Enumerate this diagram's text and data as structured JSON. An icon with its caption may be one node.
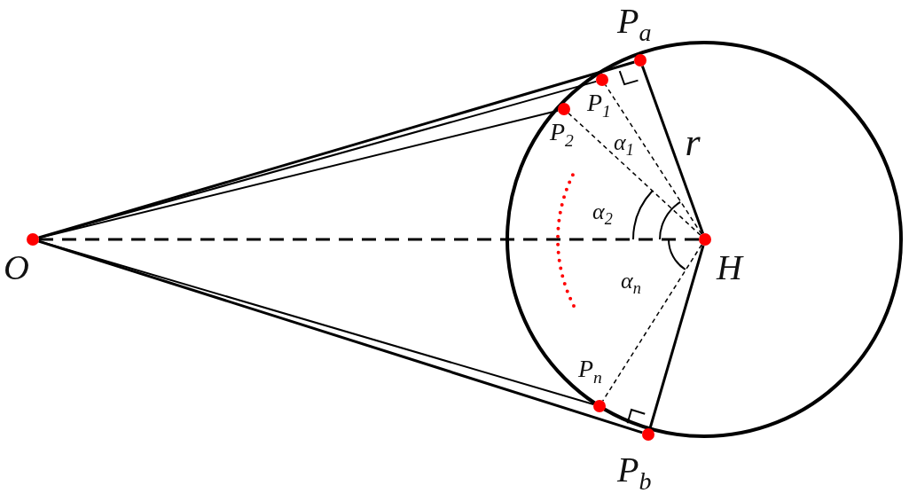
{
  "diagram": {
    "nodes": [
      {
        "text": [
          "O"
        ]
      },
      {
        "text": [
          "P$_{a}$"
        ]
      },
      {
        "text": [
          "P$_{1}$"
        ]
      },
      {
        "text": [
          "P$_{2}$"
        ]
      },
      {
        "text": [
          "H"
        ]
      },
      {
        "text": [
          "P$_{n}$"
        ]
      },
      {
        "text": [
          "P$_{b}$"
        ]
      }
    ],
    "edges": [
      {
        "from": 0,
        "to": 1,
        "arrow": "none"
      },
      {
        "from": 0,
        "to": 2,
        "arrow": "none"
      },
      {
        "from": 0,
        "to": 3,
        "arrow": "none"
      },
      {
        "from": 0,
        "to": 4,
        "arrow": "none",
        "style": "dashed"
      },
      {
        "from": 0,
        "to": 5,
        "arrow": "none"
      },
      {
        "from": 0,
        "to": 6,
        "arrow": "none"
      },
      {
        "from": 4,
        "to": 1,
        "arrow": "none",
        "label": "r"
      },
      {
        "from": 4,
        "to": 2,
        "arrow": "none",
        "style": "dashed"
      },
      {
        "from": 4,
        "to": 3,
        "arrow": "none",
        "style": "dashed"
      },
      {
        "from": 4,
        "to": 5,
        "arrow": "none",
        "style": "dashed"
      },
      {
        "from": 4,
        "to": 6,
        "arrow": "none"
      }
    ],
    "labels": [
      "α$_{1}$",
      "α$_{2}$",
      "α$_{n}$"
    ]
  }
}
